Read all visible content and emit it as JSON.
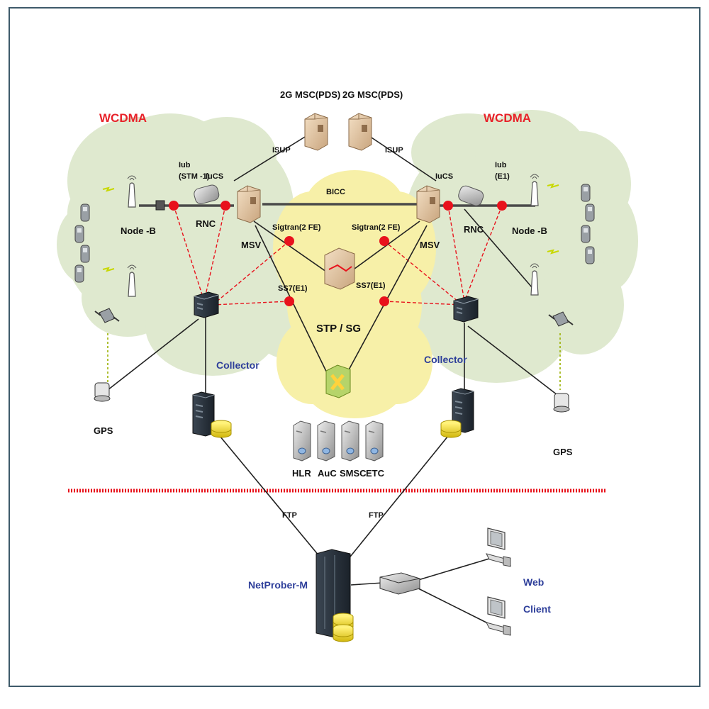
{
  "colors": {
    "frame": "#3e5a6a",
    "cloud_green": "#dfe9cf",
    "cloud_yellow": "#f7f0a8",
    "probe_red": "#e8121c",
    "title_red": "#e8222a",
    "title_blue": "#2d3e9a",
    "link": "#222222",
    "bus": "#4a4a4a"
  },
  "icons": [
    "phone-icon",
    "antenna-icon",
    "router-icon",
    "switch-icon",
    "server-icon",
    "database-icon",
    "gps-icon",
    "workstation-icon",
    "stp-icon",
    "hub-icon"
  ],
  "networks": {
    "left_title": "WCDMA",
    "right_title": "WCDMA"
  },
  "msc": {
    "left": "2G MSC(PDS)",
    "right": "2G MSC(PDS)"
  },
  "links": {
    "isup_left": "ISUP",
    "isup_right": "ISUP",
    "bicc": "BICC",
    "iub_left": "Iub\n(STM -1)",
    "iucs_left": "IuCS",
    "iucs_right": "IuCS",
    "iub_right": "Iub\n(E1)",
    "sigtran_left": "Sigtran(2 FE)",
    "sigtran_right": "Sigtran(2 FE)",
    "ss7_left": "SS7(E1)",
    "ss7_right": "SS7(E1)",
    "ftp_left": "FTP",
    "ftp_right": "FTP"
  },
  "nodes": {
    "node_b_left": "Node -B",
    "node_b_right": "Node -B",
    "rnc_left": "RNC",
    "rnc_right": "RNC",
    "msv_left": "MSV",
    "msv_right": "MSV",
    "stp_sg": "STP / SG",
    "collector_left": "Collector",
    "collector_right": "Collector",
    "gps_left": "GPS",
    "gps_right": "GPS",
    "hlr": "HLR",
    "auc": "AuC",
    "smsc": "SMSC",
    "etc": "ETC",
    "netprober": "NetProber-M",
    "web_client_1": "Web",
    "web_client_2": "Client"
  }
}
